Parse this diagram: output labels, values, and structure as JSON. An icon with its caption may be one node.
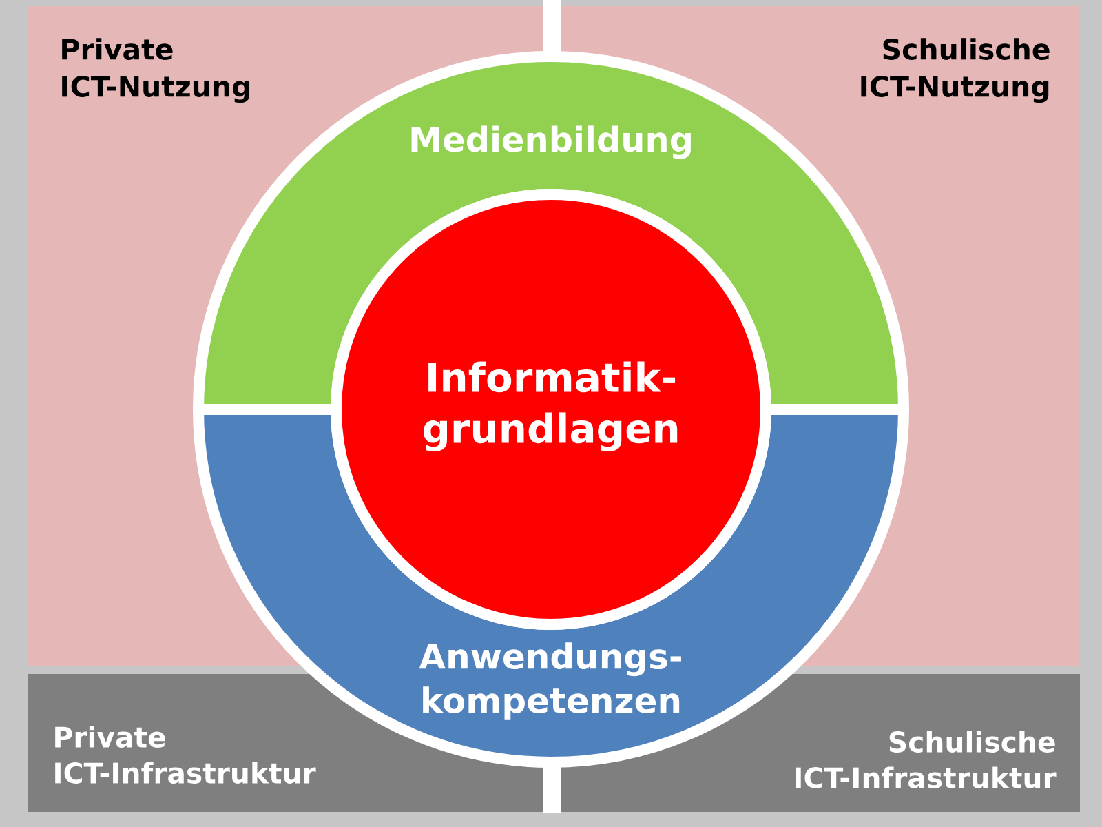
{
  "diagram": {
    "nodes": [
      {
        "text": [
          "Private ICT-Nutzung"
        ]
      },
      {
        "text": [
          "Schulische ICT-Nutzung"
        ]
      },
      {
        "text": [
          "Medienbildung"
        ]
      },
      {
        "text": [
          "Informatik- grundlagen"
        ]
      },
      {
        "text": [
          "Anwendungs- kompetenzen"
        ]
      },
      {
        "text": [
          "Private ICT-Infrastruktur"
        ]
      },
      {
        "text": [
          "Schulische ICT-Infrastruktur"
        ]
      }
    ]
  }
}
